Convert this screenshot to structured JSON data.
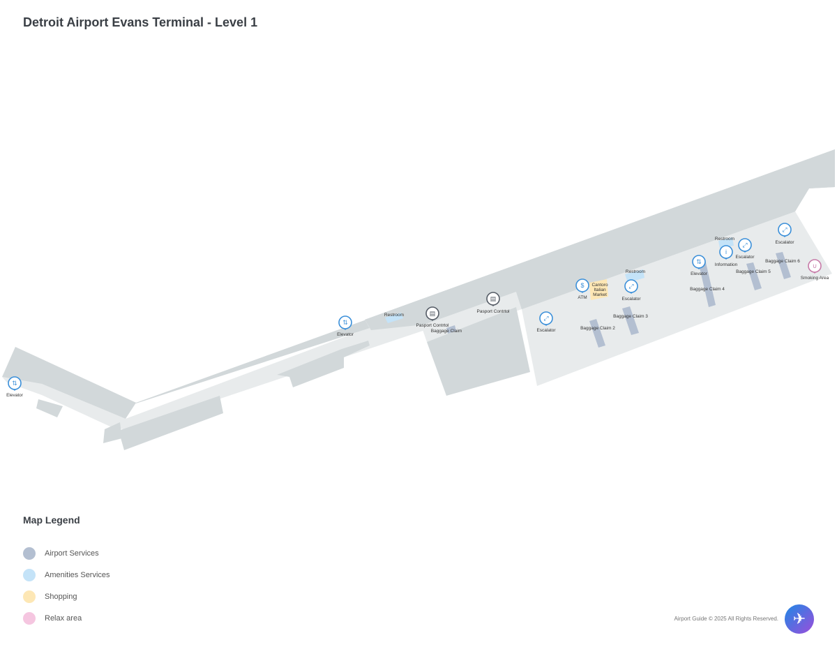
{
  "title": "Detroit Airport Evans Terminal - Level 1",
  "pois": [
    {
      "label": "Elevator",
      "icon": "elevator-icon",
      "type": "amenity"
    },
    {
      "label": "Elevator",
      "icon": "elevator-icon",
      "type": "amenity"
    },
    {
      "label": "Restroom",
      "icon": "restroom-icon",
      "type": "amenity"
    },
    {
      "label": "Pasport Contrtol",
      "icon": "passport-icon",
      "type": "service"
    },
    {
      "label": "Baggage Claim",
      "icon": "baggage-icon",
      "type": "service"
    },
    {
      "label": "Pasport Contrtol",
      "icon": "passport-icon",
      "type": "service"
    },
    {
      "label": "Escalator",
      "icon": "escalator-icon",
      "type": "amenity"
    },
    {
      "label": "ATM",
      "icon": "atm-icon",
      "type": "amenity"
    },
    {
      "label": "Cantoro",
      "icon": "shop-icon",
      "type": "shopping"
    },
    {
      "label": "Italian",
      "icon": "shop-icon",
      "type": "shopping"
    },
    {
      "label": "Market",
      "icon": "shop-icon",
      "type": "shopping"
    },
    {
      "label": "Restroom",
      "icon": "restroom-icon",
      "type": "amenity"
    },
    {
      "label": "Escalator",
      "icon": "escalator-icon",
      "type": "amenity"
    },
    {
      "label": "Baggage Claim 2",
      "icon": "baggage-icon",
      "type": "service"
    },
    {
      "label": "Baggage Claim 3",
      "icon": "baggage-icon",
      "type": "service"
    },
    {
      "label": "Elevator",
      "icon": "elevator-icon",
      "type": "amenity"
    },
    {
      "label": "Baggage Claim 4",
      "icon": "baggage-icon",
      "type": "service"
    },
    {
      "label": "Restroom",
      "icon": "restroom-icon",
      "type": "amenity"
    },
    {
      "label": "Information",
      "icon": "info-icon",
      "type": "amenity"
    },
    {
      "label": "Escalator",
      "icon": "escalator-icon",
      "type": "amenity"
    },
    {
      "label": "Baggage Claim 5",
      "icon": "baggage-icon",
      "type": "service"
    },
    {
      "label": "Escalator",
      "icon": "escalator-icon",
      "type": "amenity"
    },
    {
      "label": "Baggage Claim 6",
      "icon": "baggage-icon",
      "type": "service"
    },
    {
      "label": "Smoking Area",
      "icon": "smoking-icon",
      "type": "relax"
    }
  ],
  "legend": {
    "title": "Map Legend",
    "items": [
      {
        "label": "Airport Services",
        "color": "#b3bfd1"
      },
      {
        "label": "Amenities Services",
        "color": "#c4e3f8"
      },
      {
        "label": "Shopping",
        "color": "#fde7b5"
      },
      {
        "label": "Relax area",
        "color": "#f5c6e0"
      }
    ]
  },
  "footer": {
    "copyright": "Airport Guide © 2025 All Rights Reserved.",
    "fab_icon": "airplane-icon"
  }
}
